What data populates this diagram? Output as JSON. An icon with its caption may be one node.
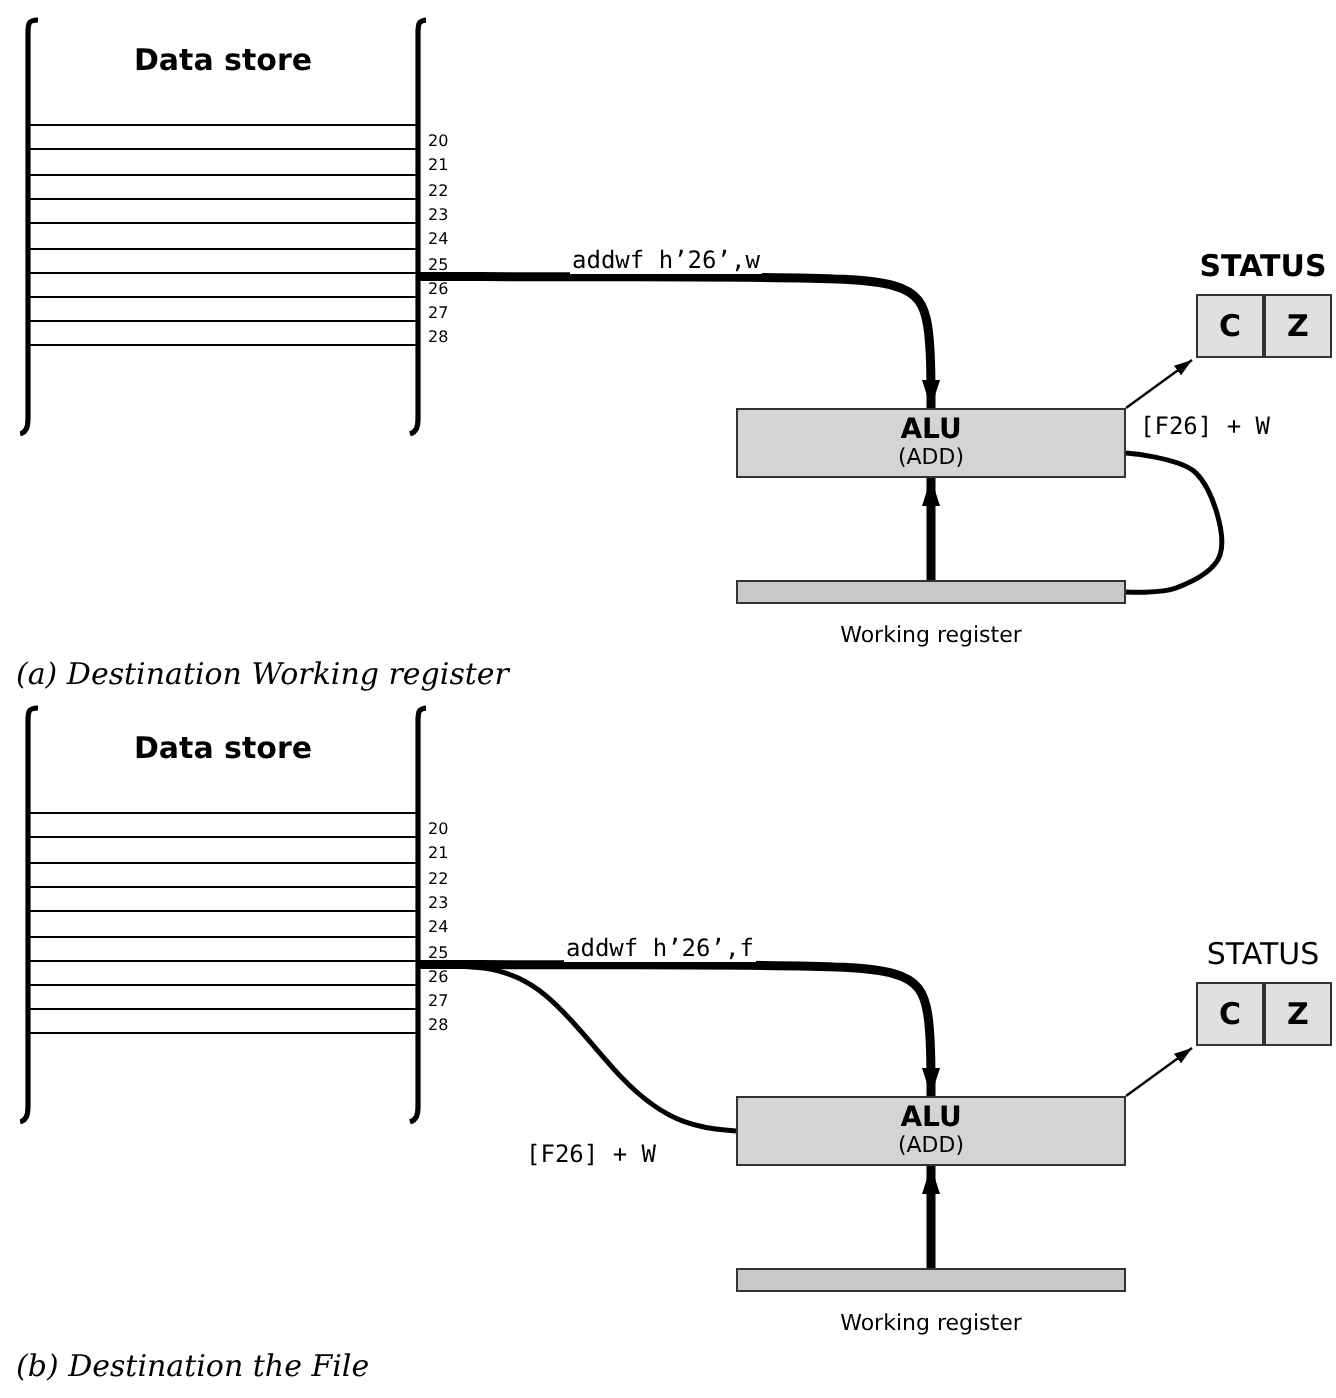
{
  "diagram": {
    "nodes": [
      {
        "text": [
          "Data store"
        ]
      },
      {
        "text": [],
        "shape": "box",
        "in": 0,
        "beside": [
          "20"
        ]
      },
      {
        "text": [],
        "shape": "box",
        "in": 0,
        "beside": [
          "21"
        ]
      },
      {
        "text": [],
        "shape": "box",
        "in": 0,
        "beside": [
          "22"
        ]
      },
      {
        "text": [],
        "shape": "box",
        "in": 0,
        "beside": [
          "23"
        ]
      },
      {
        "text": [],
        "shape": "box",
        "in": 0,
        "beside": [
          "24"
        ]
      },
      {
        "text": [],
        "shape": "box",
        "in": 0,
        "beside": [
          "25"
        ]
      },
      {
        "text": [],
        "shape": "box",
        "in": 0,
        "beside": [
          "26"
        ]
      },
      {
        "text": [],
        "shape": "box",
        "in": 0,
        "beside": [
          "27"
        ]
      },
      {
        "text": [],
        "shape": "box",
        "in": 0,
        "beside": [
          "28"
        ]
      },
      {
        "text": [
          "STATUS"
        ]
      },
      {
        "text": [
          "C"
        ],
        "in": 10
      },
      {
        "text": [
          "Z"
        ],
        "in": 10
      },
      {
        "text": [
          "ALU",
          "(ADD)"
        ]
      },
      {
        "text": [
          "Working register"
        ]
      },
      {
        "text": [
          "Data store"
        ]
      },
      {
        "text": [],
        "shape": "box",
        "in": 15,
        "beside": [
          "20"
        ]
      },
      {
        "text": [],
        "shape": "box",
        "in": 15,
        "beside": [
          "21"
        ]
      },
      {
        "text": [],
        "shape": "box",
        "in": 15,
        "beside": [
          "22"
        ]
      },
      {
        "text": [],
        "shape": "box",
        "in": 15,
        "beside": [
          "23"
        ]
      },
      {
        "text": [],
        "shape": "box",
        "in": 15,
        "beside": [
          "24"
        ]
      },
      {
        "text": [],
        "shape": "box",
        "in": 15,
        "beside": [
          "25"
        ]
      },
      {
        "text": [],
        "shape": "box",
        "in": 15,
        "beside": [
          "26"
        ]
      },
      {
        "text": [],
        "shape": "box",
        "in": 15,
        "beside": [
          "27"
        ]
      },
      {
        "text": [],
        "shape": "box",
        "in": 15,
        "beside": [
          "28"
        ]
      },
      {
        "text": [
          "STATUS"
        ]
      },
      {
        "text": [
          "C"
        ],
        "in": 25
      },
      {
        "text": [
          "Z"
        ],
        "in": 25
      },
      {
        "text": [
          "ALU",
          "(ADD)"
        ]
      },
      {
        "text": [
          "Working register"
        ]
      }
    ],
    "edges": [
      {
        "from": 7,
        "to": 13,
        "arrow": "to",
        "label": "addwf h’26’,w",
        "style": "thick"
      },
      {
        "from": 13,
        "to": 10,
        "arrow": "to"
      },
      {
        "from": 14,
        "to": 13,
        "arrow": "to",
        "style": "thick"
      },
      {
        "from": 13,
        "to": 14,
        "arrow": "none",
        "label": "[F26] + W"
      },
      {
        "from": 22,
        "to": 28,
        "arrow": "to",
        "label": "addwf h’26’,f",
        "style": "thick"
      },
      {
        "from": 28,
        "to": 25,
        "arrow": "to"
      },
      {
        "from": 29,
        "to": 28,
        "arrow": "to",
        "style": "thick"
      },
      {
        "from": 28,
        "to": 22,
        "arrow": "none",
        "label": "[F26] + W"
      }
    ],
    "labels": [
      "(a) Destination Working register",
      "(b) Destination the File"
    ]
  }
}
